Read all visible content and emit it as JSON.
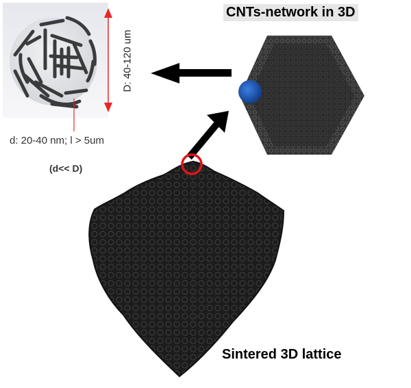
{
  "labels": {
    "cnt_network_title": "CNTs-network in 3D",
    "sphere_diameter": "D: 40-120 um",
    "cnt_dimensions": "d: 20-40 nm; l > 5um",
    "size_ratio": "(d<< D)",
    "lattice_title": "Sintered 3D lattice"
  },
  "colors": {
    "dimension_arrow": "#e8262a",
    "highlight_circle": "#e0141a",
    "blue_sphere": "#1f5fbf",
    "flow_arrow": "#000000",
    "structure_dark": "#1e1e1e"
  },
  "elements": {
    "sphere": "CNT network sphere (single unit)",
    "hex_network": "CNTs-network 3D hexagonal cluster with one blue-highlighted sphere",
    "cube_lattice": "Sintered 3D lattice cube of spheres, top sphere highlighted by red circle"
  },
  "arrows": [
    {
      "name": "network-to-sphere",
      "direction": "left"
    },
    {
      "name": "lattice-to-network",
      "direction": "up-right"
    }
  ]
}
